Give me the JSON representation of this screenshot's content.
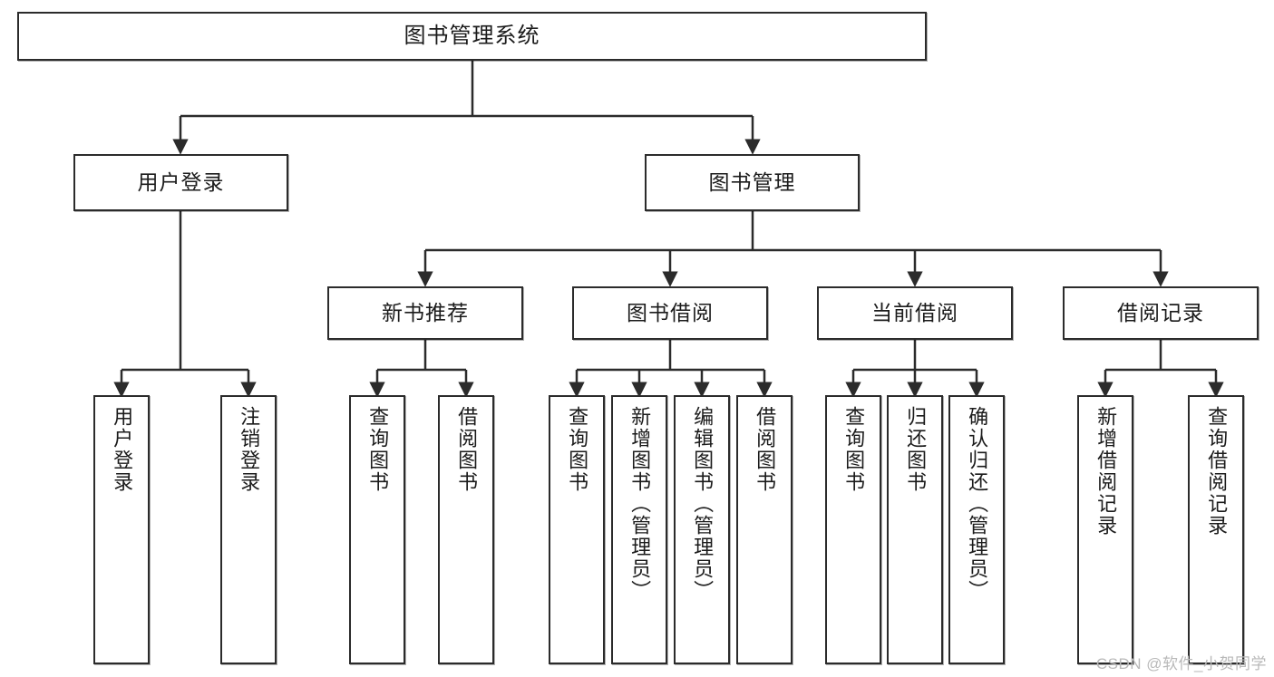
{
  "diagram": {
    "title": "图书管理系统",
    "type": "tree-hierarchy-diagram",
    "root": {
      "id": "root",
      "label": "图书管理系统"
    },
    "level2": [
      {
        "id": "user-login",
        "label": "用户登录"
      },
      {
        "id": "book-management",
        "label": "图书管理"
      }
    ],
    "level3": [
      {
        "id": "new-book-recommend",
        "label": "新书推荐",
        "parent": "book-management"
      },
      {
        "id": "book-borrow",
        "label": "图书借阅",
        "parent": "book-management"
      },
      {
        "id": "current-borrow",
        "label": "当前借阅",
        "parent": "book-management"
      },
      {
        "id": "borrow-record",
        "label": "借阅记录",
        "parent": "book-management"
      }
    ],
    "leaves": {
      "user_login": [
        {
          "id": "leaf-user-login",
          "label": "用户登录"
        },
        {
          "id": "leaf-logout",
          "label": "注销登录"
        }
      ],
      "new_book_recommend": [
        {
          "id": "leaf-query-book-1",
          "label": "查询图书"
        },
        {
          "id": "leaf-borrow-book-1",
          "label": "借阅图书"
        }
      ],
      "book_borrow": [
        {
          "id": "leaf-query-book-2",
          "label": "查询图书"
        },
        {
          "id": "leaf-add-book",
          "label": "新增图书（管理员）"
        },
        {
          "id": "leaf-edit-book",
          "label": "编辑图书（管理员）"
        },
        {
          "id": "leaf-borrow-book-2",
          "label": "借阅图书"
        }
      ],
      "current_borrow": [
        {
          "id": "leaf-query-book-3",
          "label": "查询图书"
        },
        {
          "id": "leaf-return-book",
          "label": "归还图书"
        },
        {
          "id": "leaf-confirm-return",
          "label": "确认归还（管理员）"
        }
      ],
      "borrow_record": [
        {
          "id": "leaf-add-record",
          "label": "新增借阅记录"
        },
        {
          "id": "leaf-query-record",
          "label": "查询借阅记录"
        }
      ]
    },
    "colors": {
      "border": "#2b2b2b",
      "background": "#ffffff",
      "text": "#1b1b1b",
      "watermark": "#b9b9b9"
    }
  },
  "watermark": {
    "text": "CSDN @软件_小贺同学"
  }
}
